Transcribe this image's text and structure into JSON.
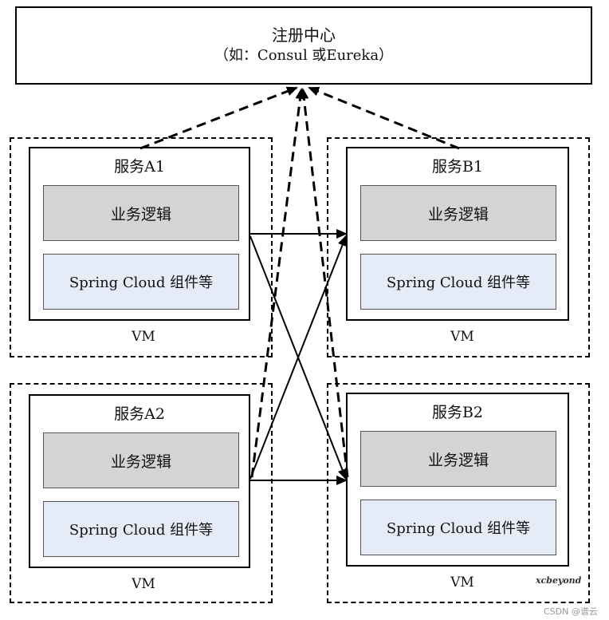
{
  "registry": {
    "title": "注册中心",
    "subtitle": "（如：Consul 或Eureka）"
  },
  "services": [
    {
      "id": "a1",
      "title": "服务A1",
      "logic": "业务逻辑",
      "cloud": "Spring Cloud 组件等",
      "vm": "VM"
    },
    {
      "id": "b1",
      "title": "服务B1",
      "logic": "业务逻辑",
      "cloud": "Spring Cloud 组件等",
      "vm": "VM"
    },
    {
      "id": "a2",
      "title": "服务A2",
      "logic": "业务逻辑",
      "cloud": "Spring Cloud 组件等",
      "vm": "VM"
    },
    {
      "id": "b2",
      "title": "服务B2",
      "logic": "业务逻辑",
      "cloud": "Spring Cloud 组件等",
      "vm": "VM"
    }
  ],
  "watermark": "xcbeyond",
  "footer_credit": "CSDN @谱云"
}
